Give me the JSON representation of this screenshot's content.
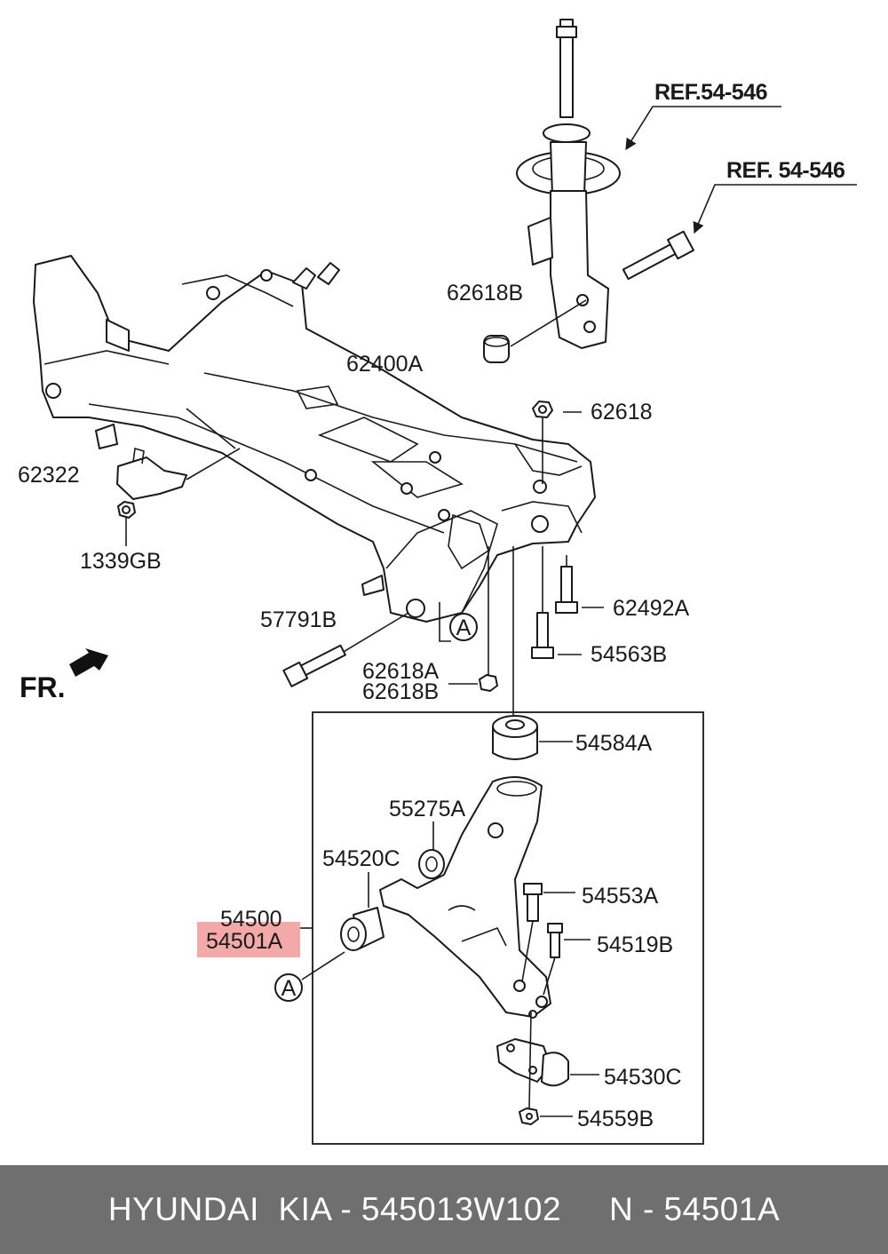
{
  "diagram": {
    "ref_top": "REF.54-546",
    "ref_mid": "REF. 54-546",
    "direction_label": "FR.",
    "callout_letter": "A",
    "highlight_color": "#f29a9a",
    "labels": {
      "p62618B_top": "62618B",
      "p62400A": "62400A",
      "p62618": "62618",
      "p62322": "62322",
      "p1339GB": "1339GB",
      "p57791B": "57791B",
      "p62492A": "62492A",
      "p54563B": "54563B",
      "p62618A": "62618A",
      "p62618B_low": "62618B",
      "p54584A": "54584A",
      "p55275A": "55275A",
      "p54520C": "54520C",
      "p54553A": "54553A",
      "p54500": "54500",
      "p54501A": "54501A",
      "p54519B": "54519B",
      "p54530C": "54530C",
      "p54559B": "54559B"
    }
  },
  "footer": {
    "text": "HYUNDAI  KIA - 545013W102     N - 54501A"
  }
}
